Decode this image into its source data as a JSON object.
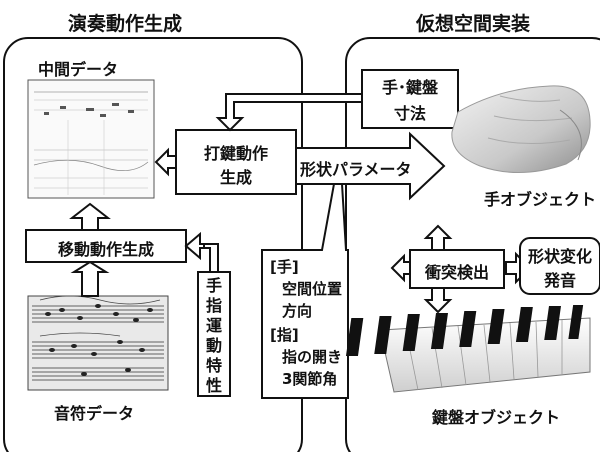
{
  "sections": {
    "left_title": "演奏動作生成",
    "right_title": "仮想空間実装"
  },
  "labels": {
    "midi_data": "中間データ",
    "score_data": "音符データ",
    "keystroke_line1": "打鍵動作",
    "keystroke_line2": "生成",
    "movement": "移動動作生成",
    "finger_chars": [
      "手",
      "指",
      "運",
      "動",
      "特",
      "性"
    ],
    "hand_key_line1": "手･鍵盤",
    "hand_key_line2": "寸法",
    "shape_param": "形状パラメータ",
    "hand_object": "手オブジェクト",
    "collision": "衝突検出",
    "shape_change_line1": "形状変化",
    "shape_change_line2": "発音",
    "keyboard_object": "鍵盤オブジェクト"
  },
  "params": {
    "hand_header": "[手]",
    "hand_items": [
      "空間位置",
      "方向"
    ],
    "finger_header": "[指]",
    "finger_items": [
      "指の開き",
      "3関節角"
    ]
  }
}
